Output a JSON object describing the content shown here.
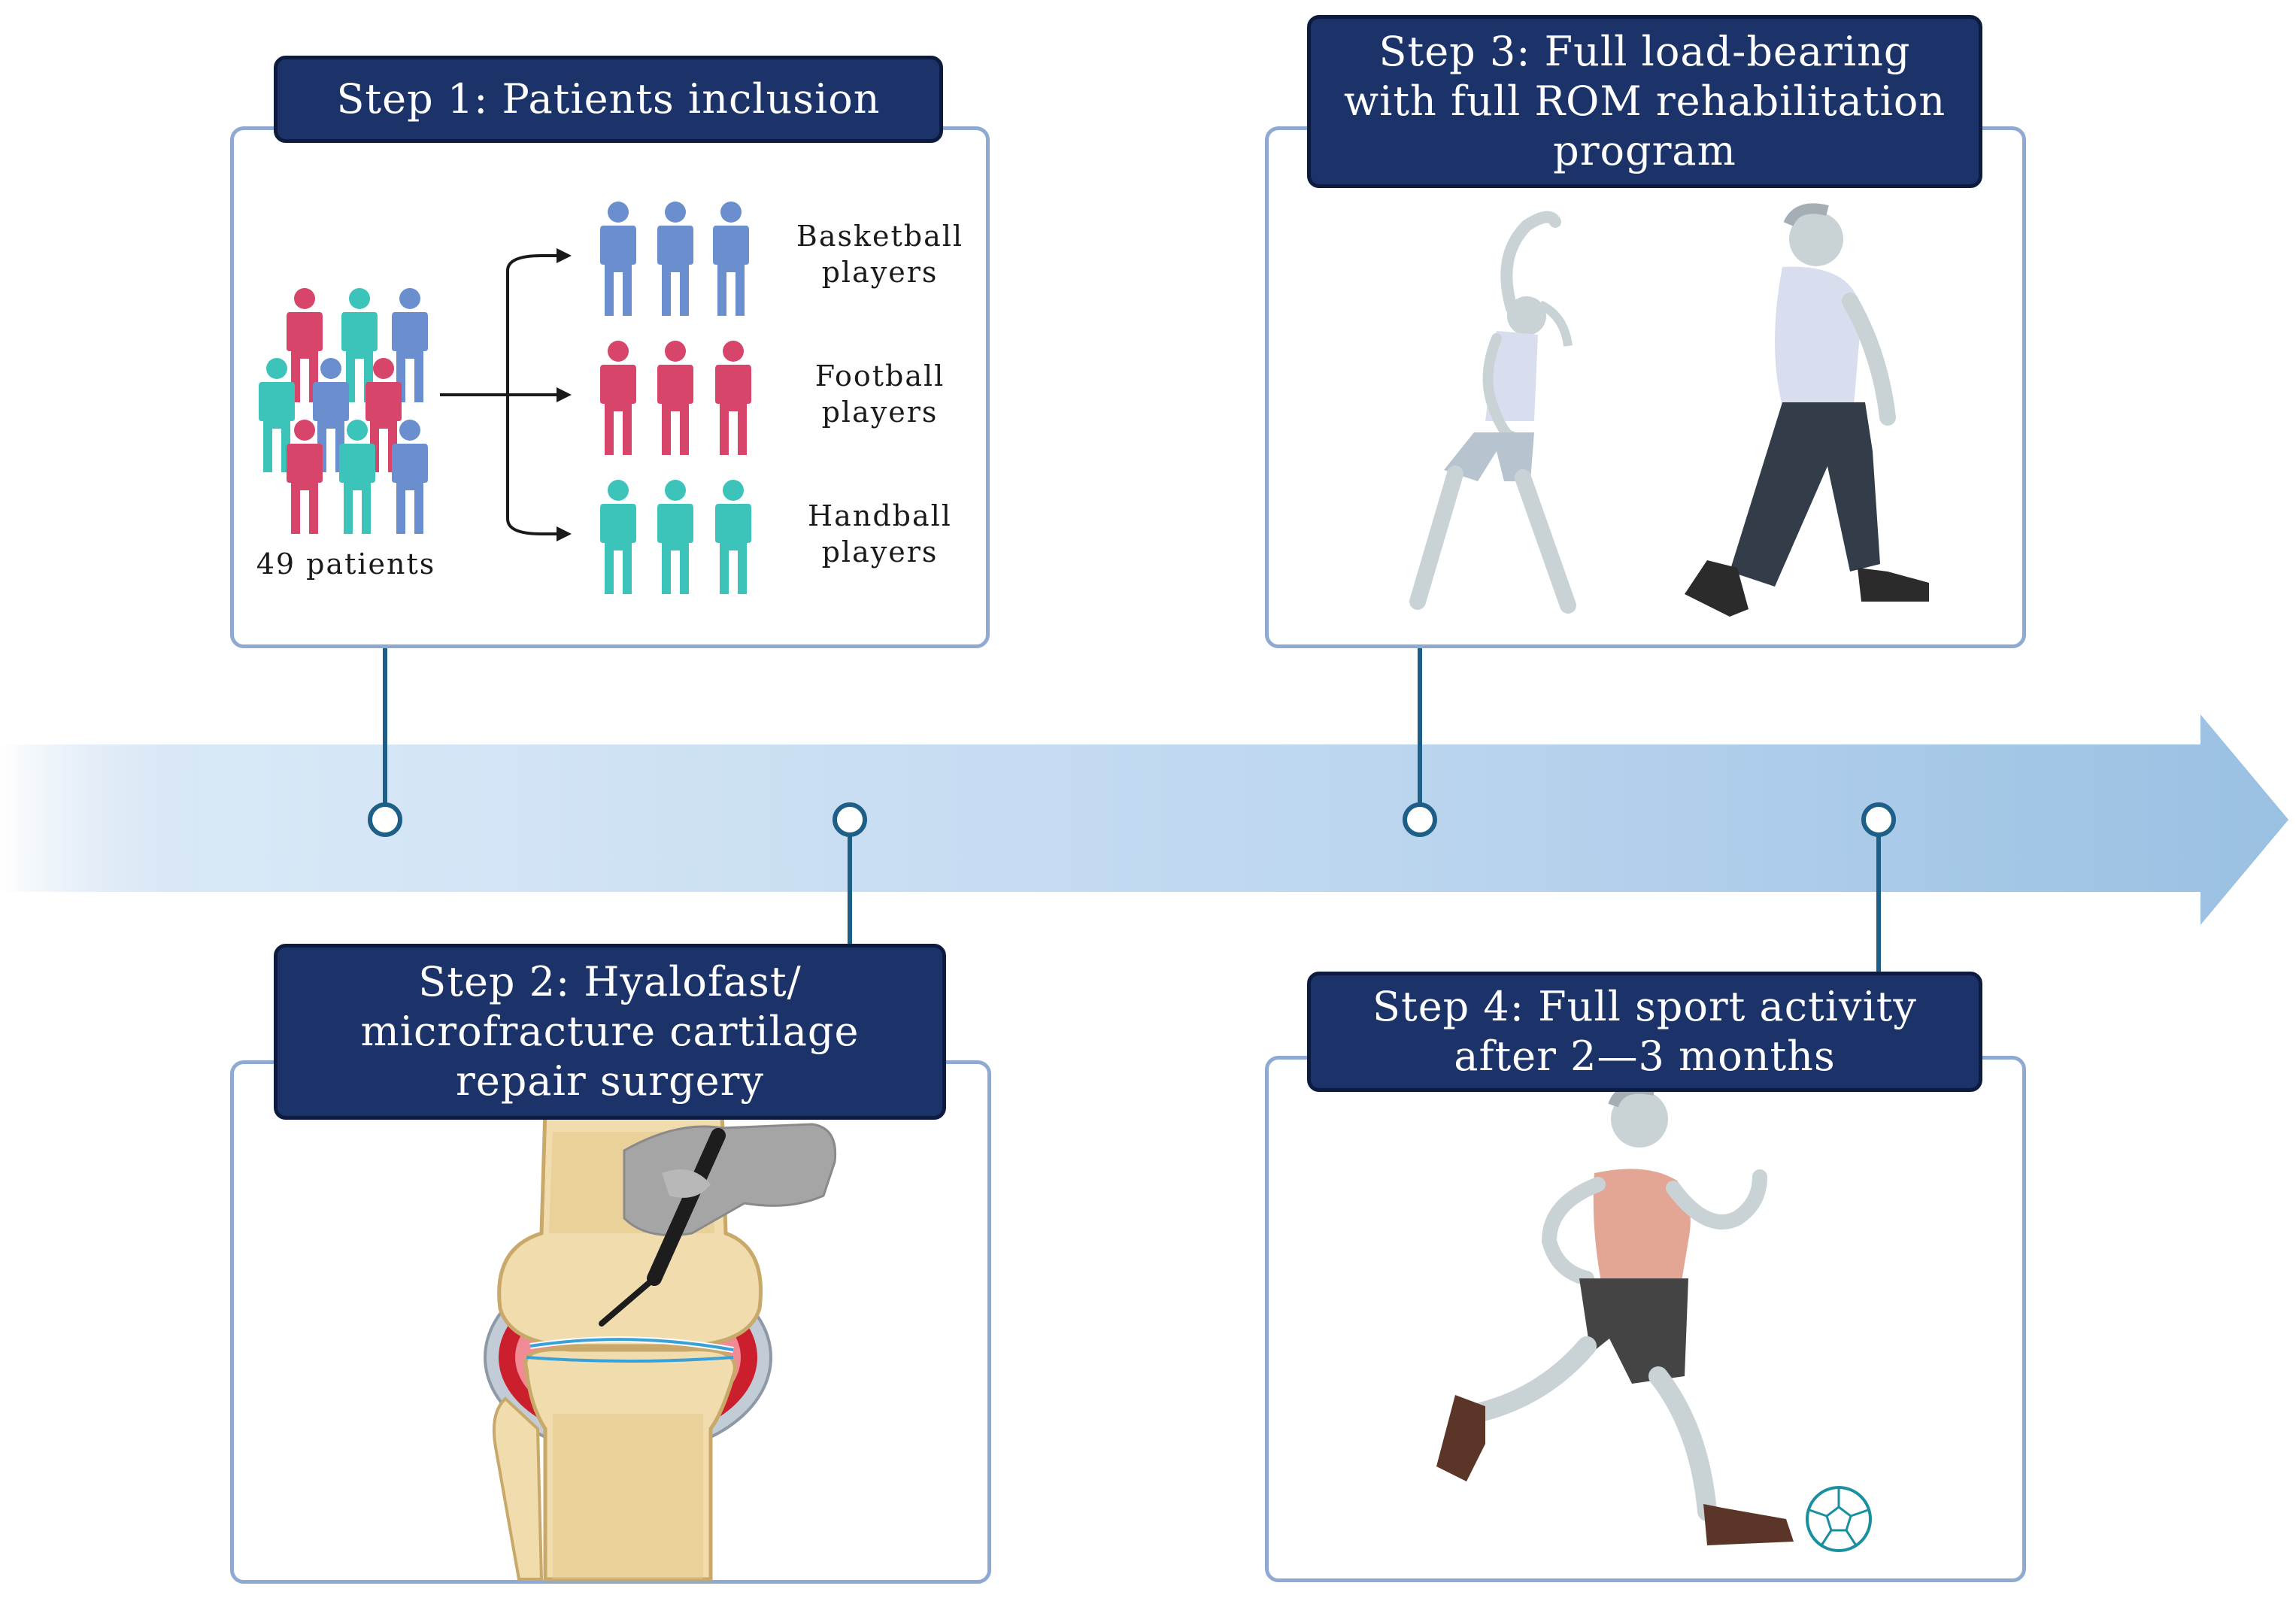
{
  "steps": [
    {
      "title": "Step 1: Patients inclusion"
    },
    {
      "title": "Step 2: Hyalofast/\nmicrofracture cartilage\nrepair surgery"
    },
    {
      "title": "Step 3: Full load-bearing\nwith full ROM rehabilitation\nprogram"
    },
    {
      "title": "Step 4: Full sport activity\nafter 2—3 months"
    }
  ],
  "patients": {
    "total_label": "49 patients",
    "groups": [
      {
        "label": "Basketball\nplayers",
        "color": "#6b8fce"
      },
      {
        "label": "Football\nplayers",
        "color": "#d8456a"
      },
      {
        "label": "Handball\nplayers",
        "color": "#3cc4ba"
      }
    ]
  },
  "colors": {
    "header_fill": "#1c336a",
    "card_border": "#8ea9d2",
    "timeline_arrow": "#a9c8e6",
    "connector": "#1d5f86"
  },
  "icons": [
    "person-icon",
    "stretching-woman-icon",
    "walking-man-icon",
    "knee-joint-icon",
    "scalpel-hand-icon",
    "running-man-icon",
    "soccer-ball-icon"
  ]
}
